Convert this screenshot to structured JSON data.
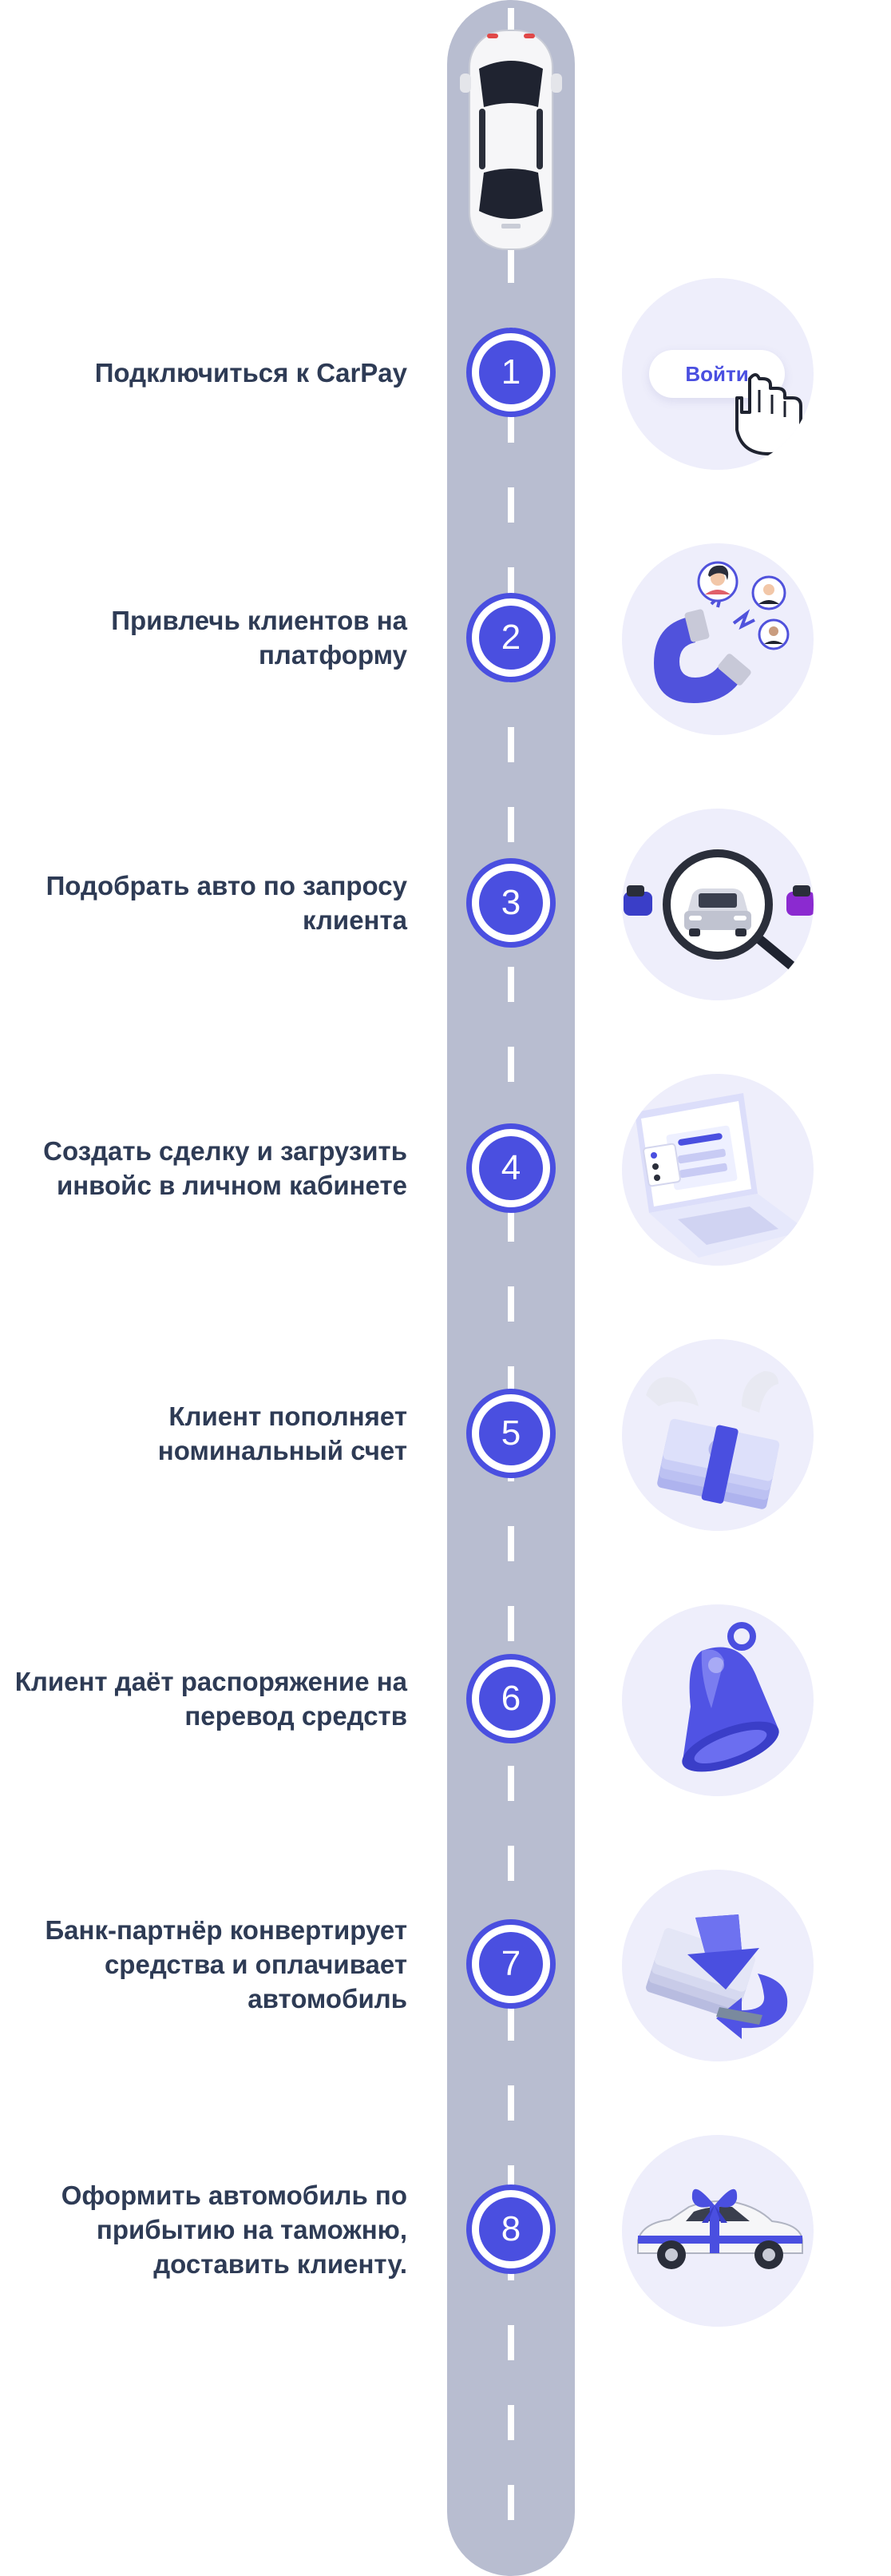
{
  "steps": [
    {
      "number": "1",
      "label": "Подключиться к CarPay",
      "illustration": "login-button",
      "button_text": "Войти"
    },
    {
      "number": "2",
      "label": "Привлечь клиентов на платформу",
      "illustration": "magnet-attracting-customers-icon"
    },
    {
      "number": "3",
      "label": "Подобрать авто по запросу клиента",
      "illustration": "magnifier-car-search-icon"
    },
    {
      "number": "4",
      "label": "Создать сделку и загрузить инвойс в личном кабинете",
      "illustration": "laptop-dashboard-icon"
    },
    {
      "number": "5",
      "label": "Клиент пополняет номинальный счет",
      "illustration": "flying-money-stack-icon"
    },
    {
      "number": "6",
      "label": "Клиент даёт распоряжение на перевод средств",
      "illustration": "bell-notification-icon"
    },
    {
      "number": "7",
      "label": "Банк-партнёр конвертирует средства и оплачивает автомобиль",
      "illustration": "money-transfer-arrow-icon"
    },
    {
      "number": "8",
      "label": "Оформить автомобиль по прибытию на таможню, доставить клиенту.",
      "illustration": "car-with-gift-bow-icon"
    }
  ],
  "colors": {
    "accent": "#4a4fe0",
    "road": "#b8bdd0",
    "text": "#2e3b55",
    "circle_bg": "#eeeefb"
  }
}
